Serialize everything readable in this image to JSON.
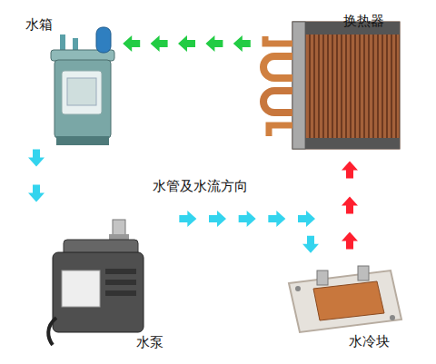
{
  "diagram": {
    "nodes": [
      {
        "text": [
          "水箱"
        ]
      },
      {
        "text": [
          "换热器"
        ]
      },
      {
        "text": [
          "水泵"
        ]
      },
      {
        "text": [
          "水冷块"
        ]
      }
    ],
    "edges": [
      {
        "from": 0,
        "to": 2,
        "arrow": "to"
      },
      {
        "from": 2,
        "to": 3,
        "arrow": "to"
      },
      {
        "from": 3,
        "to": 1,
        "arrow": "to"
      },
      {
        "from": 1,
        "to": 0,
        "arrow": "to"
      }
    ],
    "labels": [
      "水管及水流方向"
    ]
  }
}
